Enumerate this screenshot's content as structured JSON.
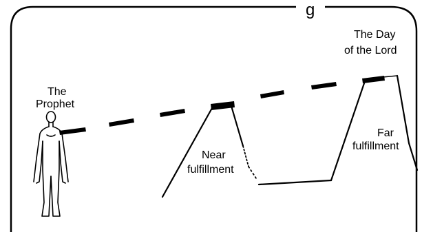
{
  "top_label_fragment": "g",
  "labels": {
    "prophet_line1": "The",
    "prophet_line2": "Prophet",
    "day_of_lord_line1": "The Day",
    "day_of_lord_line2": "of the Lord",
    "near_line1": "Near",
    "near_line2": "fulfillment",
    "far_line1": "Far",
    "far_line2": "fulfillment"
  },
  "colors": {
    "ink": "#000000",
    "background": "#ffffff"
  }
}
